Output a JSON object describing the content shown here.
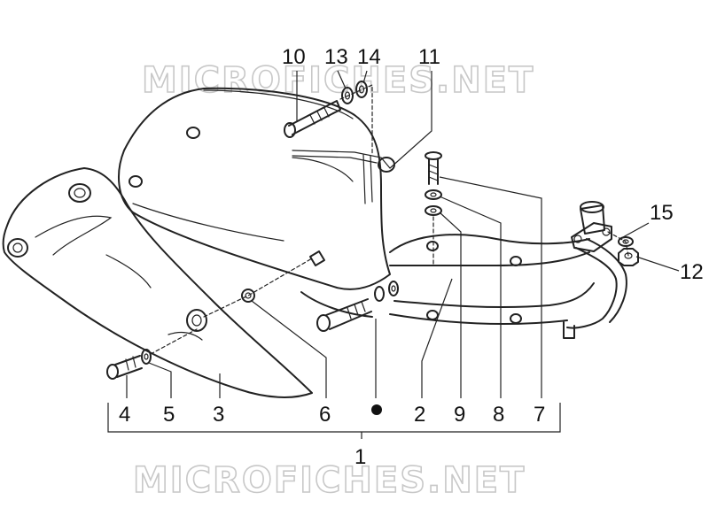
{
  "watermark": {
    "top_text": "MICROFICHES.NET",
    "bottom_text": "MICROFICHES.NET"
  },
  "callouts": {
    "c10": "10",
    "c13": "13",
    "c14": "14",
    "c11": "11",
    "c15": "15",
    "c12": "12",
    "c4": "4",
    "c5": "5",
    "c3": "3",
    "c6": "6",
    "c2": "2",
    "c9": "9",
    "c8": "8",
    "c7": "7",
    "c1": "1"
  },
  "icons": {
    "kit_marker": "filled-dot-icon"
  },
  "colors": {
    "line": "#222222",
    "watermark": "#c8c8c8",
    "text": "#111111",
    "background": "#ffffff"
  }
}
